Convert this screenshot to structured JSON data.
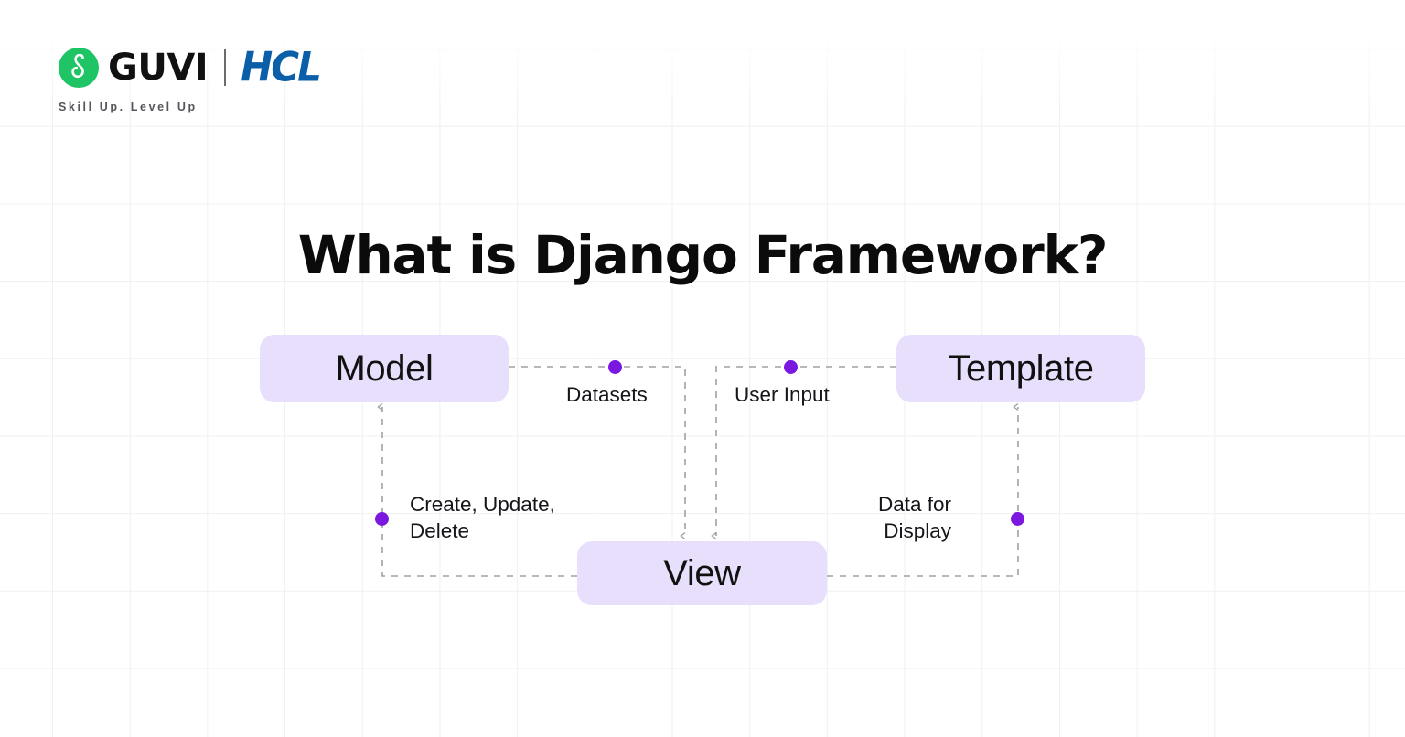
{
  "brand": {
    "guvi_name": "GUVI",
    "hcl_name": "HCL",
    "tagline": "Skill Up. Level Up",
    "guvi_green": "#1fc464",
    "hcl_blue": "#0b5ea8",
    "logo_icon": "guvi-circle-g-icon",
    "divider": "brand-divider"
  },
  "title": "What is Django Framework?",
  "diagram": {
    "type": "flow",
    "accent_color": "#7a18e0",
    "node_fill": "#e8dffc",
    "connector_color": "#a0a0a6",
    "nodes": [
      {
        "id": "model",
        "label": "Model"
      },
      {
        "id": "template",
        "label": "Template"
      },
      {
        "id": "view",
        "label": "View"
      }
    ],
    "edges": [
      {
        "id": "datasets",
        "label": "Datasets",
        "from": "model",
        "to": "view",
        "marker": "dot"
      },
      {
        "id": "user-input",
        "label": "User Input",
        "from": "template",
        "to": "view",
        "marker": "dot"
      },
      {
        "id": "cud",
        "label": "Create, Update,\nDelete",
        "from": "view",
        "to": "model",
        "marker": "dot"
      },
      {
        "id": "display",
        "label": "Data for\nDisplay",
        "from": "view",
        "to": "template",
        "marker": "dot"
      }
    ]
  },
  "background": {
    "grid": "on",
    "grid_color": "#f0f0f3",
    "grid_spacing": "85"
  }
}
